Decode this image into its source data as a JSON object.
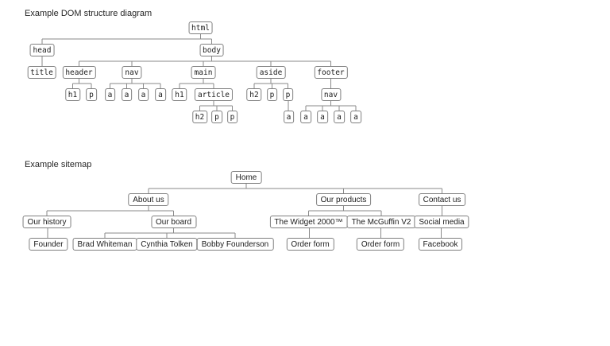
{
  "colors": {
    "background": "#ffffff",
    "line": "#8a8a8a",
    "node_border": "#7f7f7f",
    "node_text": "#1c1c1c",
    "title_text": "#262626"
  },
  "diagrams": [
    {
      "title": "Example DOM structure diagram",
      "tree": {
        "label": "html",
        "children": [
          {
            "label": "head",
            "children": [
              {
                "label": "title"
              }
            ]
          },
          {
            "label": "body",
            "children": [
              {
                "label": "header",
                "children": [
                  {
                    "label": "h1"
                  },
                  {
                    "label": "p"
                  }
                ]
              },
              {
                "label": "nav",
                "children": [
                  {
                    "label": "a"
                  },
                  {
                    "label": "a"
                  },
                  {
                    "label": "a"
                  },
                  {
                    "label": "a"
                  }
                ]
              },
              {
                "label": "main",
                "children": [
                  {
                    "label": "h1"
                  },
                  {
                    "label": "article",
                    "children": [
                      {
                        "label": "h2"
                      },
                      {
                        "label": "p"
                      },
                      {
                        "label": "p"
                      }
                    ]
                  }
                ]
              },
              {
                "label": "aside",
                "children": [
                  {
                    "label": "h2"
                  },
                  {
                    "label": "p"
                  },
                  {
                    "label": "p",
                    "children": [
                      {
                        "label": "a"
                      }
                    ]
                  }
                ]
              },
              {
                "label": "footer",
                "children": [
                  {
                    "label": "nav",
                    "children": [
                      {
                        "label": "a"
                      },
                      {
                        "label": "a"
                      },
                      {
                        "label": "a"
                      },
                      {
                        "label": "a"
                      }
                    ]
                  }
                ]
              }
            ]
          }
        ]
      }
    },
    {
      "title": "Example sitemap",
      "tree": {
        "label": "Home",
        "children": [
          {
            "label": "About us",
            "children": [
              {
                "label": "Our history",
                "children": [
                  {
                    "label": "Founder"
                  }
                ]
              },
              {
                "label": "Our board",
                "children": [
                  {
                    "label": "Brad Whiteman"
                  },
                  {
                    "label": "Cynthia Tolken"
                  },
                  {
                    "label": "Bobby Founderson"
                  }
                ]
              }
            ]
          },
          {
            "label": "Our products",
            "children": [
              {
                "label": "The Widget 2000™",
                "children": [
                  {
                    "label": "Order form"
                  }
                ]
              },
              {
                "label": "The McGuffin V2",
                "children": [
                  {
                    "label": "Order form"
                  }
                ]
              }
            ]
          },
          {
            "label": "Contact us",
            "children": [
              {
                "label": "Social media",
                "children": [
                  {
                    "label": "Facebook"
                  }
                ]
              }
            ]
          }
        ]
      }
    }
  ]
}
